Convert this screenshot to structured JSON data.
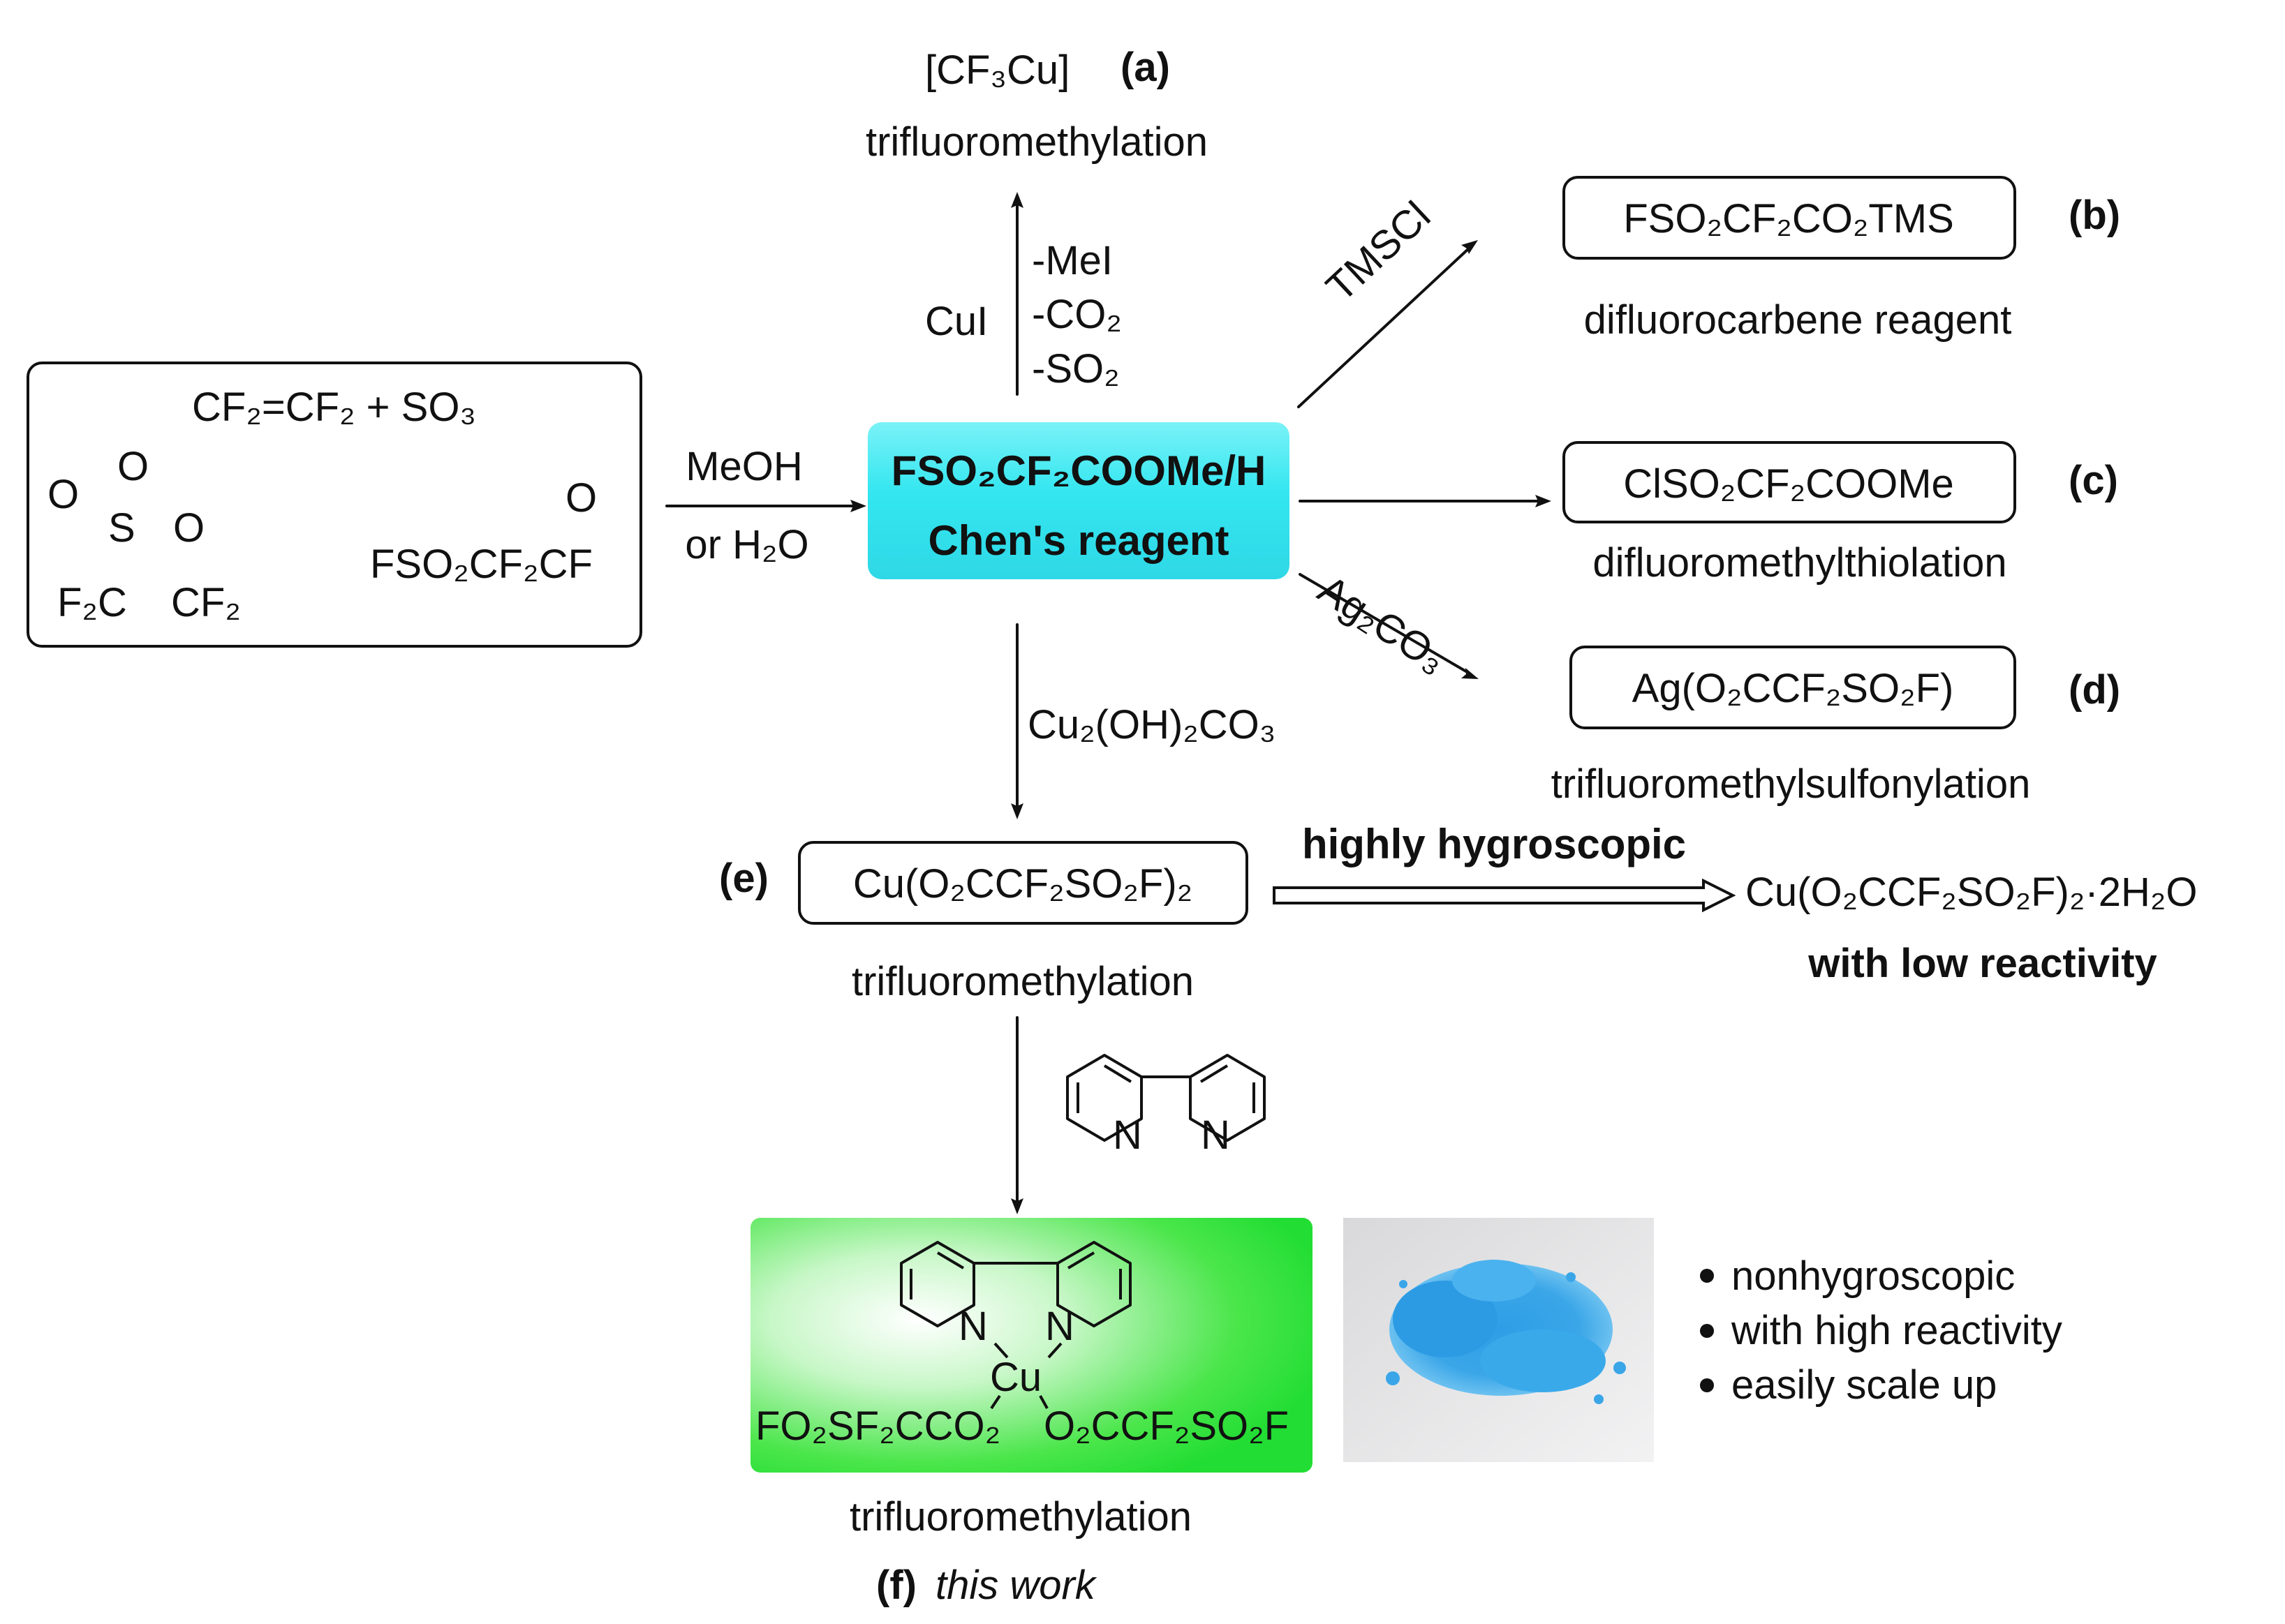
{
  "start_box": {
    "reactants": "CF₂=CF₂ + SO₃",
    "sultone_o1": "O",
    "sultone_o2": "O",
    "sultone_s": "S",
    "sultone_ring_o": "O",
    "sultone_c1": "F₂C",
    "sultone_c2": "CF₂",
    "acyl_o": "O",
    "acyl_fluoride": "FSO₂CF₂CF"
  },
  "conditions_to_center": {
    "line1": "MeOH",
    "line2": "or H₂O"
  },
  "center": {
    "formula": "FSO₂CF₂COOMe/H",
    "name": "Chen's reagent"
  },
  "route_a": {
    "label": "(a)",
    "product": "[CF₃Cu]",
    "use": "trifluoromethylation",
    "reagent": "CuI",
    "byproduct_1": "-MeI",
    "byproduct_2": "-CO₂",
    "byproduct_3": "-SO₂"
  },
  "route_b": {
    "label": "(b)",
    "reagent": "TMSCl",
    "product": "FSO₂CF₂CO₂TMS",
    "use": "difluorocarbene reagent"
  },
  "route_c": {
    "label": "(c)",
    "product": "ClSO₂CF₂COOMe",
    "use": "difluoromethylthiolation"
  },
  "route_d": {
    "label": "(d)",
    "reagent": "Ag₂CO₃",
    "product": "Ag(O₂CCF₂SO₂F)",
    "use": "trifluoromethylsulfonylation"
  },
  "route_e": {
    "label": "(e)",
    "reagent": "Cu₂(OH)₂CO₃",
    "product": "Cu(O₂CCF₂SO₂F)₂",
    "use": "trifluoromethylation",
    "note": "highly hygroscopic",
    "hydrate": "Cu(O₂CCF₂SO₂F)₂·2H₂O",
    "hydrate_note": "with low reactivity"
  },
  "route_f": {
    "ligand_n1": "N",
    "ligand_n2": "N",
    "complex_n1": "N",
    "complex_n2": "N",
    "complex_metal": "Cu",
    "complex_left": "FO₂SF₂CCO₂",
    "complex_right": "O₂CCF₂SO₂F",
    "use": "trifluoromethylation",
    "label": "(f)",
    "label_note": "this work",
    "bullets": [
      "nonhygroscopic",
      "with high reactivity",
      "easily scale up"
    ]
  },
  "colors": {
    "center_box": "#33e6f0",
    "product_box": "#22dd33",
    "powder": "#3aa6e8",
    "line": "#111111"
  }
}
